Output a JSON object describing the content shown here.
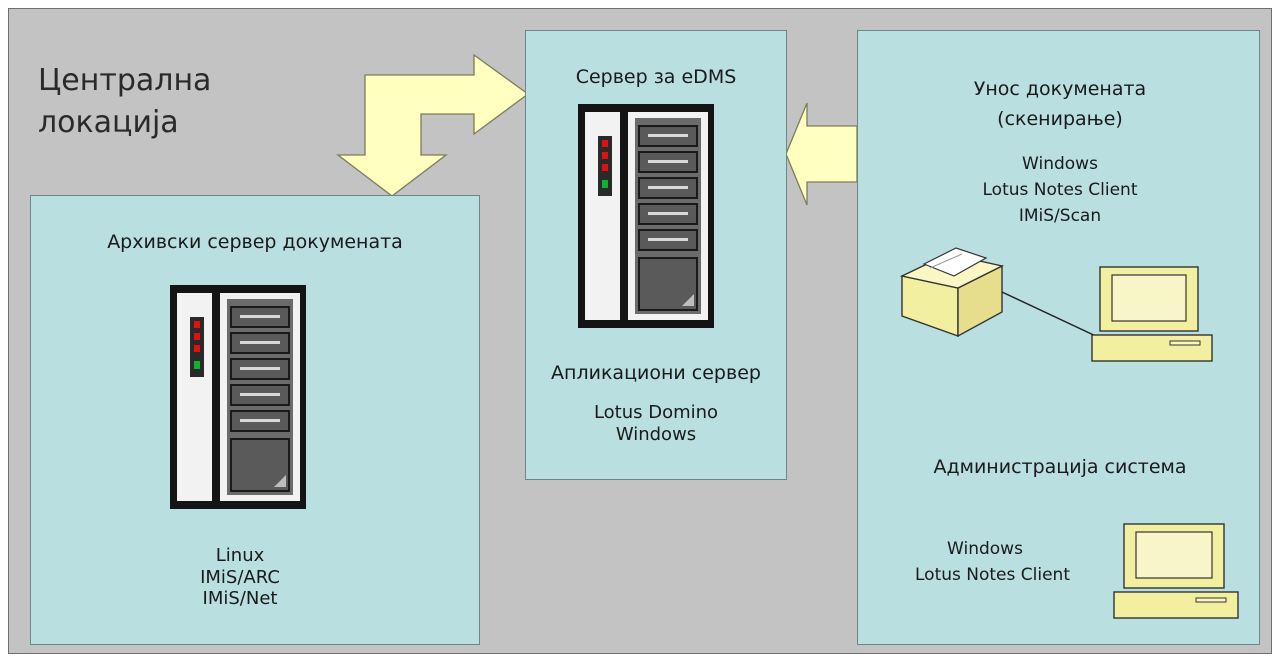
{
  "location": {
    "line1": "Централна",
    "line2": "локација"
  },
  "edms_server": {
    "title": "Сервер за eDMS",
    "role": "Апликациони сервер",
    "software": [
      "Lotus Domino",
      "Windows"
    ]
  },
  "archive_server": {
    "title": "Архивски сервер докумената",
    "software": [
      "Linux",
      "IMiS/ARC",
      "IMiS/Net"
    ]
  },
  "document_input": {
    "title": "Унос докумената",
    "subtitle": "(скенирање)",
    "software": [
      "Windows",
      "Lotus Notes Client",
      "IMiS/Scan"
    ]
  },
  "administration": {
    "title": "Администрација система",
    "software": [
      "Windows",
      "Lotus Notes Client"
    ]
  },
  "icons": {
    "server": "server-rack-icon",
    "scanner": "scanner-icon",
    "computer": "desktop-computer-icon",
    "arrow": "block-arrow-icon"
  },
  "colors": {
    "background": "#c3c3c3",
    "panel": "#b9dfe0",
    "arrow_fill": "#ffffc0",
    "server_led_red": "#e01010",
    "server_led_green": "#10b030"
  }
}
